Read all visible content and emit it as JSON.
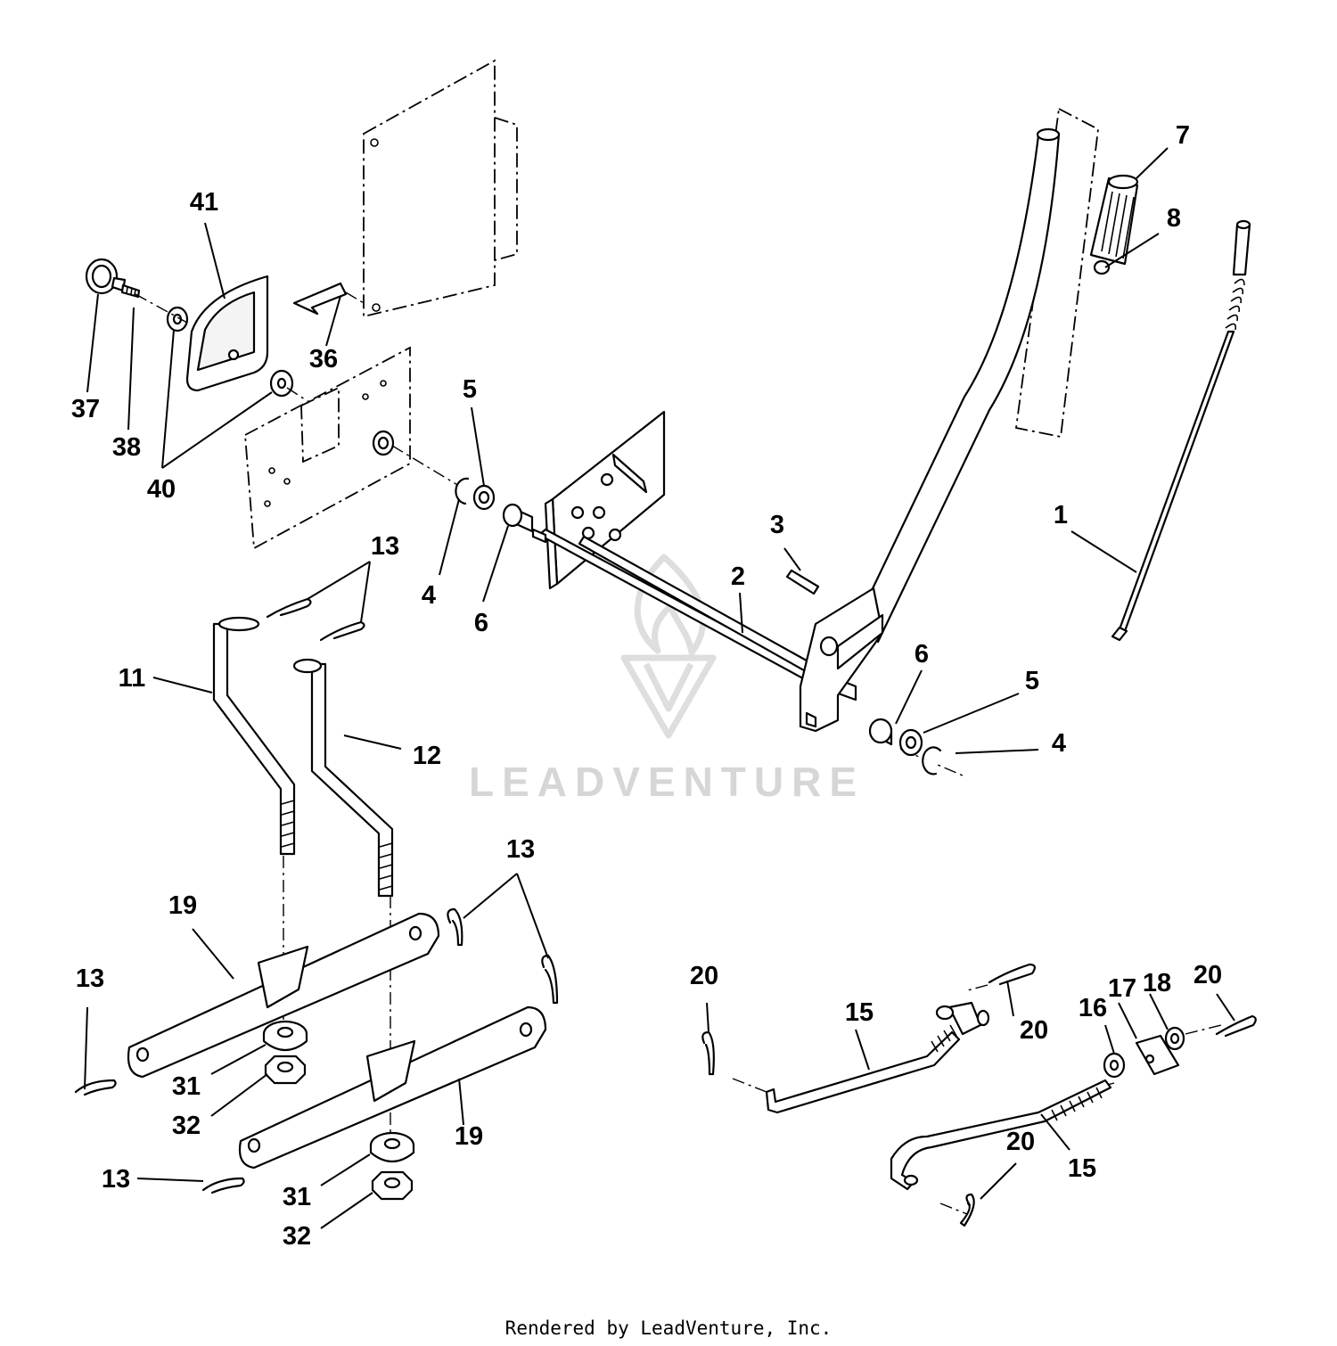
{
  "callouts": {
    "n1": "1",
    "n2": "2",
    "n3": "3",
    "n4a": "4",
    "n4b": "4",
    "n5a": "5",
    "n5b": "5",
    "n6a": "6",
    "n6b": "6",
    "n7": "7",
    "n8": "8",
    "n11": "11",
    "n12": "12",
    "n13a": "13",
    "n13b": "13",
    "n13c": "13",
    "n13d": "13",
    "n15a": "15",
    "n15b": "15",
    "n16": "16",
    "n17": "17",
    "n18": "18",
    "n19a": "19",
    "n19b": "19",
    "n20a": "20",
    "n20b": "20",
    "n20c": "20",
    "n20d": "20",
    "n31a": "31",
    "n31b": "31",
    "n32a": "32",
    "n32b": "32",
    "n36": "36",
    "n37": "37",
    "n38": "38",
    "n40": "40",
    "n41": "41"
  },
  "watermark": {
    "brand": "LEADVENTURE",
    "logo_icon": "leadventure-flame-icon"
  },
  "footer": {
    "credit": "Rendered by LeadVenture, Inc."
  }
}
